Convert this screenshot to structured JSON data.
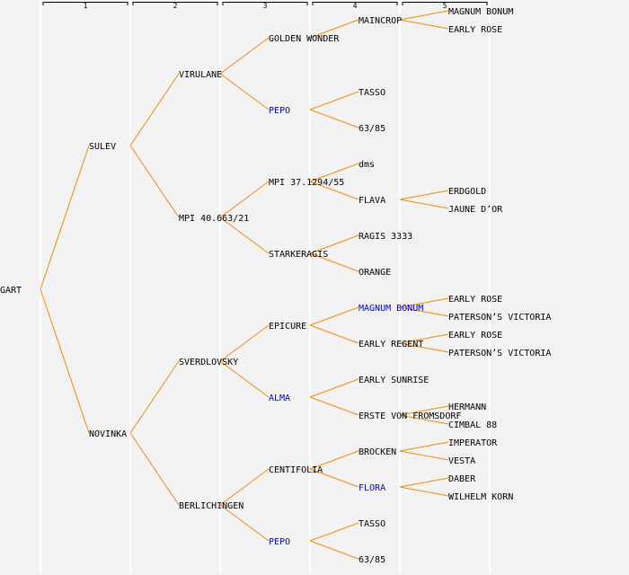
{
  "generation_headers": [
    "1",
    "2",
    "3",
    "4",
    "5"
  ],
  "colors": {
    "edge": "#f08a10",
    "highlight": "#0000cc",
    "text": "#000000",
    "background": "#f3f3f3"
  },
  "tree": {
    "name": "GART",
    "children": [
      {
        "name": "SULEV",
        "children": [
          {
            "name": "VIRULANE",
            "children": [
              {
                "name": "GOLDEN WONDER",
                "children": [
                  {
                    "name": "MAINCROP",
                    "children": [
                      {
                        "name": "MAGNUM BONUM"
                      },
                      {
                        "name": "EARLY ROSE"
                      }
                    ]
                  }
                ]
              },
              {
                "name": "PEPO",
                "highlight": true,
                "children": [
                  {
                    "name": "TASSO"
                  },
                  {
                    "name": "63/85"
                  }
                ]
              }
            ]
          },
          {
            "name": "MPI 40.663/21",
            "children": [
              {
                "name": "MPI 37.1294/55",
                "children": [
                  {
                    "name": "dms"
                  },
                  {
                    "name": "FLAVA",
                    "children": [
                      {
                        "name": "ERDGOLD"
                      },
                      {
                        "name": "JAUNE D’OR"
                      }
                    ]
                  }
                ]
              },
              {
                "name": "STARKERAGIS",
                "children": [
                  {
                    "name": "RAGIS 3333"
                  },
                  {
                    "name": "ORANGE"
                  }
                ]
              }
            ]
          }
        ]
      },
      {
        "name": "NOVINKA",
        "children": [
          {
            "name": "SVERDLOVSKY",
            "children": [
              {
                "name": "EPICURE",
                "children": [
                  {
                    "name": "MAGNUM BONUM",
                    "highlight": true,
                    "children": [
                      {
                        "name": "EARLY ROSE"
                      },
                      {
                        "name": "PATERSON’S VICTORIA"
                      }
                    ]
                  },
                  {
                    "name": "EARLY REGENT",
                    "children": [
                      {
                        "name": "EARLY ROSE"
                      },
                      {
                        "name": "PATERSON’S VICTORIA"
                      }
                    ]
                  }
                ]
              },
              {
                "name": "ALMA",
                "highlight": true,
                "children": [
                  {
                    "name": "EARLY SUNRISE"
                  },
                  {
                    "name": "ERSTE VON FROMSDORF",
                    "children": [
                      {
                        "name": "HERMANN"
                      },
                      {
                        "name": "CIMBAL 88"
                      }
                    ]
                  }
                ]
              }
            ]
          },
          {
            "name": "BERLICHINGEN",
            "children": [
              {
                "name": "CENTIFOLIA",
                "children": [
                  {
                    "name": "BROCKEN",
                    "children": [
                      {
                        "name": "IMPERATOR"
                      },
                      {
                        "name": "VESTA"
                      }
                    ]
                  },
                  {
                    "name": "FLORA",
                    "highlight": true,
                    "children": [
                      {
                        "name": "DABER"
                      },
                      {
                        "name": "WILHELM KORN"
                      }
                    ]
                  }
                ]
              },
              {
                "name": "PEPO",
                "highlight": true,
                "children": [
                  {
                    "name": "TASSO"
                  },
                  {
                    "name": "63/85"
                  }
                ]
              }
            ]
          }
        ]
      }
    ]
  }
}
